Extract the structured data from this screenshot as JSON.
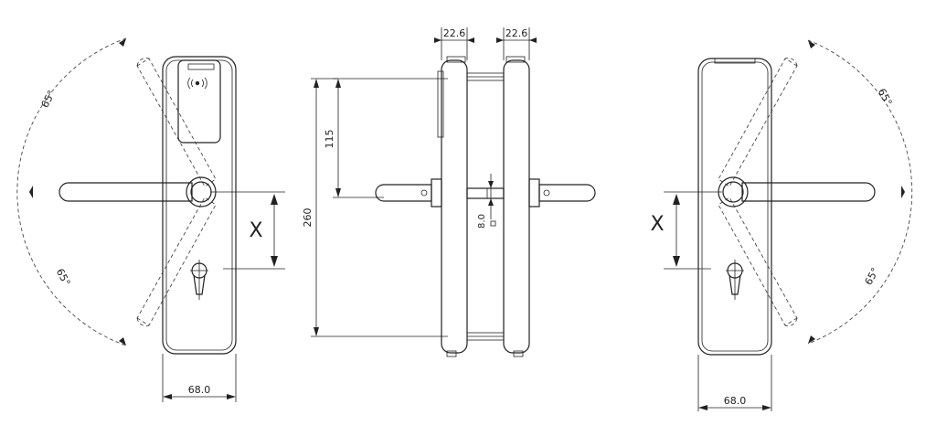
{
  "dims": {
    "left_width": "68.0",
    "right_width": "68.0",
    "side_thickness_left": "22.6",
    "side_thickness_right": "22.6",
    "height_total": "260",
    "height_spindle": "115",
    "spindle_size": "8.0",
    "x_label_left": "X",
    "x_label_right": "X"
  },
  "angles": {
    "left_top": "65°",
    "left_bottom": "65°",
    "right_top": "65°",
    "right_bottom": "65°"
  },
  "icons": {
    "rfid": "rfid-icon"
  }
}
